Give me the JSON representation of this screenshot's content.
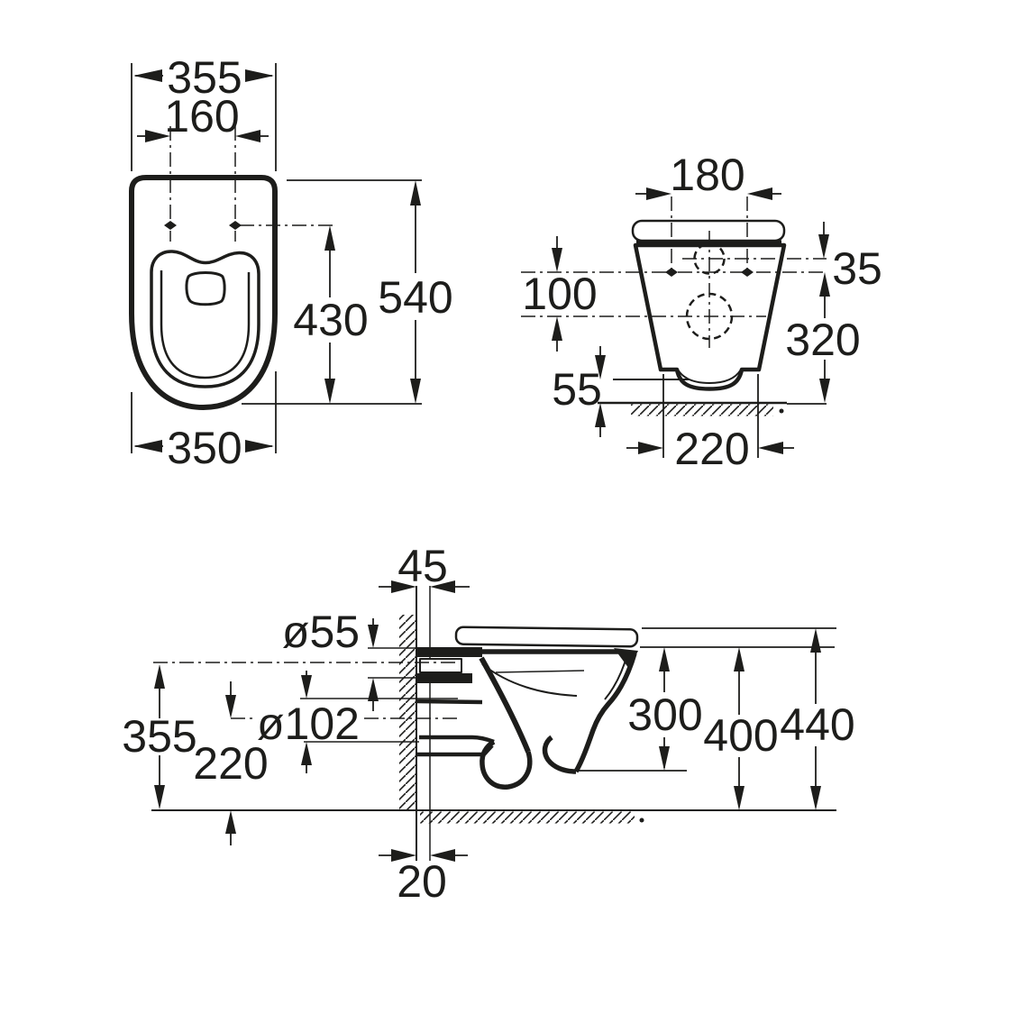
{
  "colors": {
    "background": "#ffffff",
    "ink": "#1d1d1b"
  },
  "plan_view": {
    "dims": {
      "overall_width": "355",
      "hole_spacing": "160",
      "holes_to_front": "430",
      "overall_depth": "540",
      "front_width": "350"
    }
  },
  "front_view": {
    "dims": {
      "hole_spacing": "180",
      "inlet_to_holes": "35",
      "holes_to_outlet": "100",
      "holes_to_floor": "320",
      "bottom_gap": "55",
      "base_width": "220"
    }
  },
  "side_view": {
    "dims": {
      "wall_recess": "45",
      "inlet_pipe_diameter": "ø55",
      "outlet_pipe_diameter": "ø102",
      "inlet_axis_height": "355",
      "outlet_axis_height": "220",
      "floor_recess": "20",
      "rim_to_bowl_bottom": "300",
      "rim_height": "400",
      "seat_top_height": "440"
    }
  }
}
